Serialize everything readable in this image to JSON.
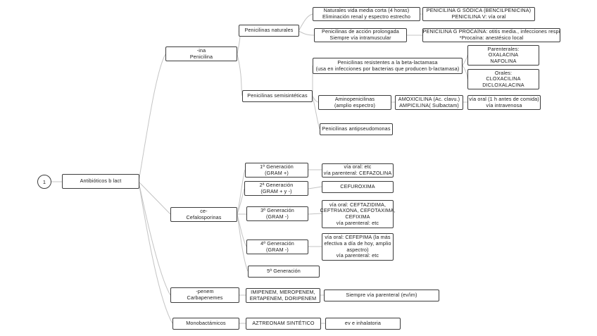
{
  "root": {
    "number": "1",
    "label": "Antibióticos b lact"
  },
  "penicilina": {
    "title": [
      "-ina",
      "Penicilina"
    ],
    "naturales": {
      "label": "Penicilinas naturales",
      "corta": [
        "Naturales vida media corta (4 horas)",
        "Eliminación renal y espectro estrecho"
      ],
      "corta_drugs": [
        "PENICILINA G SÓDICA (BENCILPENICINA)",
        "PENICILINA V: vía oral"
      ],
      "prolongada": [
        "Penicilinas de acción prolongada",
        "Siempre vía intramuscular"
      ],
      "prolongada_drugs": [
        "PENICILINA G PROCAÍNA: otitis media., infecciones respi",
        "*Procaína: anestésico local"
      ]
    },
    "semisinteticas": {
      "label": "Penicilinas semisintéticas",
      "resistentes": [
        "Penicilinas resistentes a la beta-lactamasa",
        "(usa en infecciones por bacterias que producen b-lactamasa)"
      ],
      "parenterales": [
        "Parenterales:",
        "OXALACINA",
        "NAFOLINA"
      ],
      "orales": [
        "Orales:",
        "CLOXACILINA",
        "DICLOXALACINA"
      ],
      "amino": [
        "Aminopenicilinas",
        "(amplio espectro)"
      ],
      "amino_drugs": [
        "AMOXICILINA (Ac. clavu.)",
        "AMPICILINA( Sulbactam)"
      ],
      "amino_route": [
        "vía oral (1 h antes de comida)",
        "vía intravenosa"
      ],
      "antipseudo": "Penicilinas antipseudomonas"
    }
  },
  "cefalosporinas": {
    "title": [
      "ce-",
      "Cefalosporinas"
    ],
    "gen1": [
      "1ª Generación",
      "(GRAM +)"
    ],
    "gen1_drugs": [
      "vía oral: etc",
      "vía parenteral: CEFAZOLINA"
    ],
    "gen2": [
      "2ª Generación",
      "(GRAM + y  -)"
    ],
    "gen2_drugs": [
      "CEFUROXIMA"
    ],
    "gen3": [
      "3ª Generación",
      "(GRAM -)"
    ],
    "gen3_drugs": [
      "vía oral: CEFTAZIDIMA,",
      "CEFTRIAXONA, CEFOTAXIMA,",
      "CEFIXIMA",
      "vía parenteral: etc"
    ],
    "gen4": [
      "4ª Generación",
      "(GRAM -)"
    ],
    "gen4_drugs": [
      "vía oral: CEFEPIMA (la más",
      "efectiva a día de hoy, amplio",
      "aspectro)",
      "vía parenteral: etc"
    ],
    "gen5": [
      "5ª Generación"
    ]
  },
  "carbapenemes": {
    "title": [
      "-penem",
      "Carbapenemes"
    ],
    "drugs": [
      "IMIPENEM, MEROPENEM,",
      "ERTAPENEM, DORIPENEM"
    ],
    "route": [
      "Siempre vía parenteral (ev/im)"
    ]
  },
  "monobactamicos": {
    "title": [
      "Monobactámicos"
    ],
    "drugs": [
      "AZTREONAM SINTÉTICO"
    ],
    "route": [
      "ev e inhalatoria"
    ]
  }
}
